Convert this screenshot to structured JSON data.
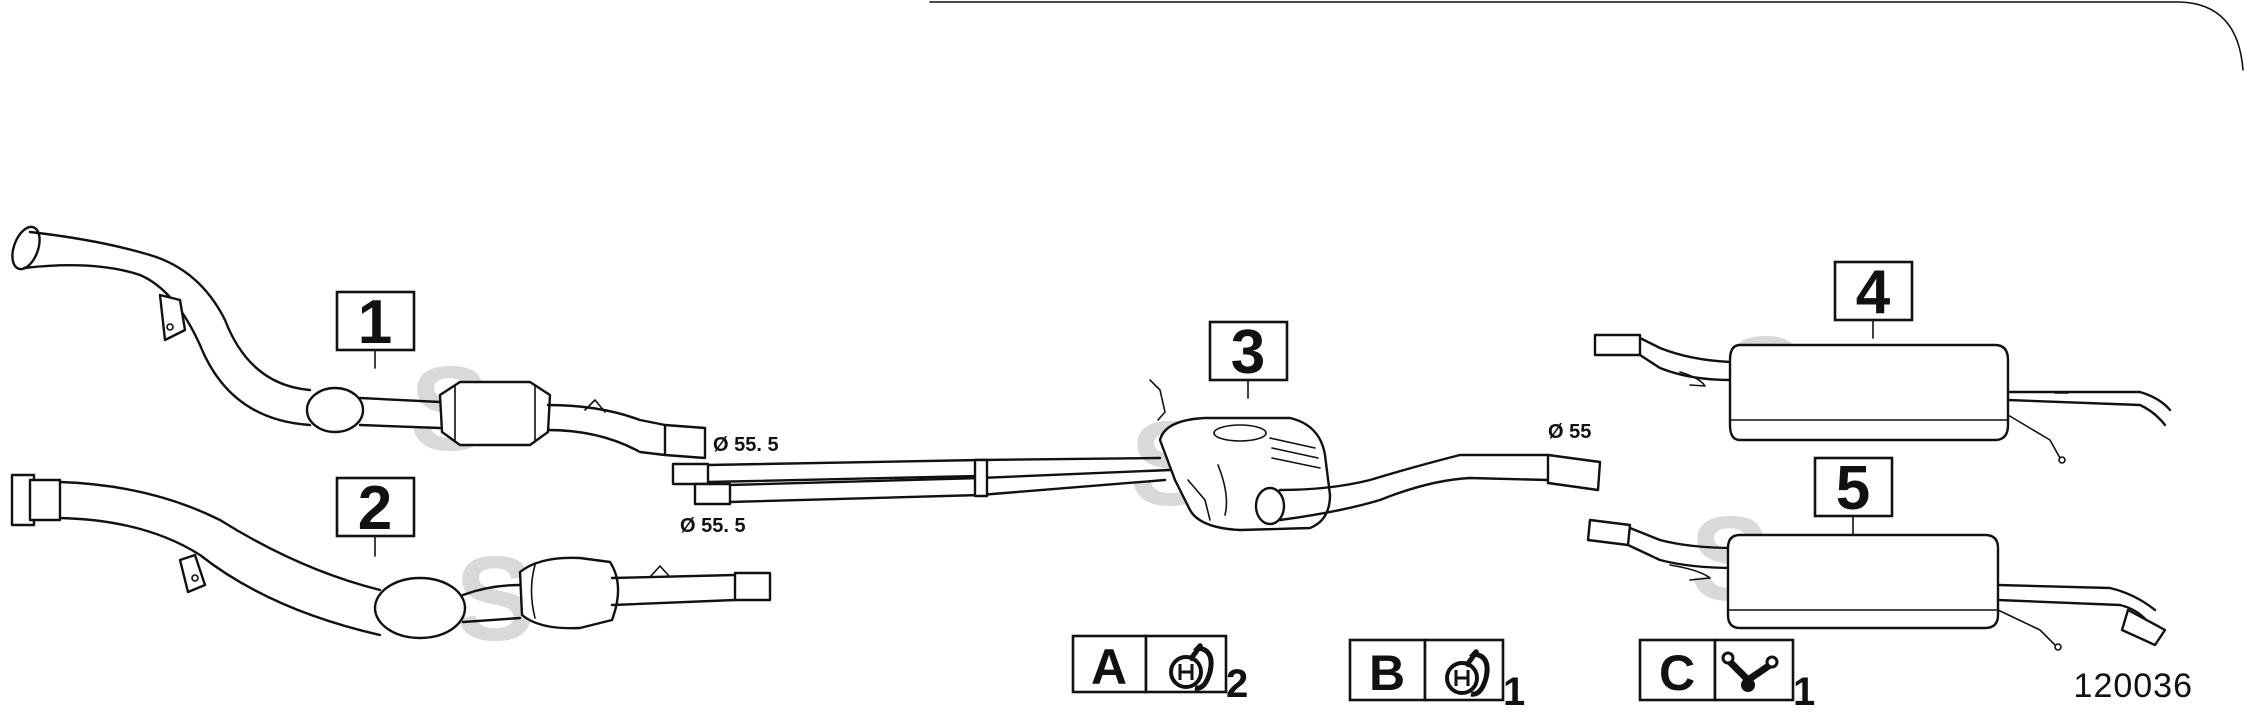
{
  "callouts": {
    "c1": "1",
    "c2": "2",
    "c3": "3",
    "c4": "4",
    "c5": "5"
  },
  "dimensions": {
    "d1": "Ø 55. 5",
    "d2": "Ø 55. 5",
    "d3": "Ø 55"
  },
  "legend": {
    "a": {
      "letter": "A",
      "qty": "2",
      "icon": "rubber-hanger-icon"
    },
    "b": {
      "letter": "B",
      "qty": "1",
      "icon": "rubber-hanger-icon"
    },
    "c": {
      "letter": "C",
      "qty": "1",
      "icon": "clamp-bracket-icon"
    }
  },
  "figure_number": "120036",
  "watermark": "S"
}
